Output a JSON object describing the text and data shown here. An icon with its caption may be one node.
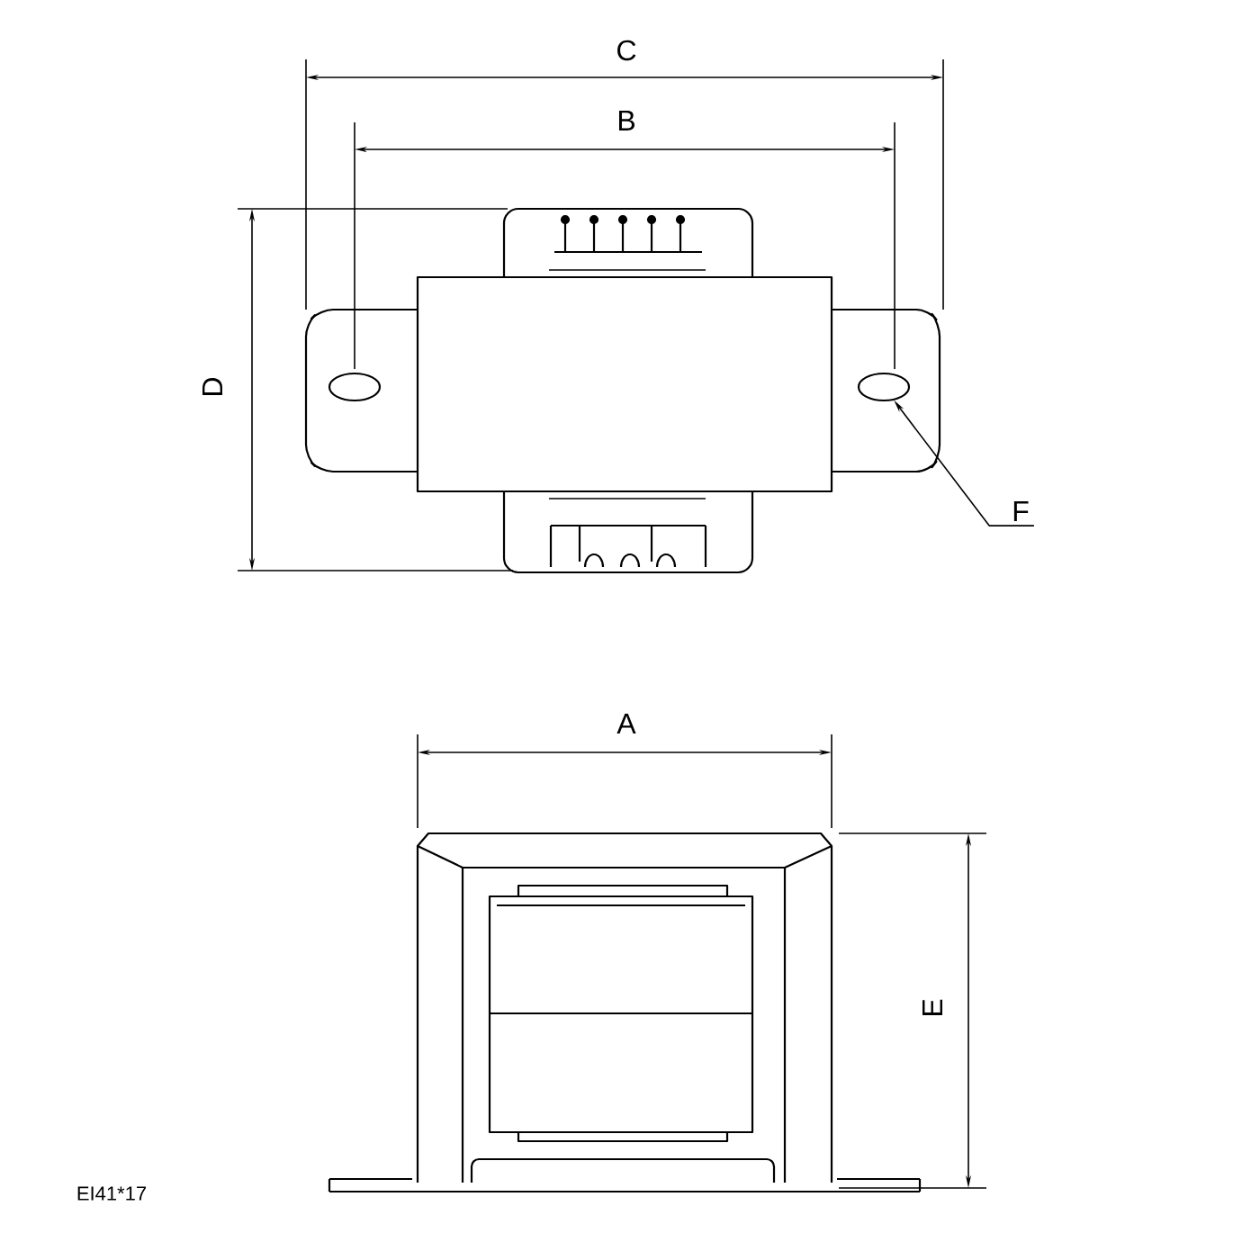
{
  "diagram": {
    "nodes": [
      {
        "text": [
          "F"
        ]
      },
      {
        "text": [],
        "shape": "ellipse"
      }
    ],
    "edges": [
      {
        "from": 0,
        "to": 1,
        "arrow": "to"
      }
    ],
    "labels": [
      "C",
      "B",
      "D",
      "A",
      "E",
      "EI41*17"
    ]
  }
}
